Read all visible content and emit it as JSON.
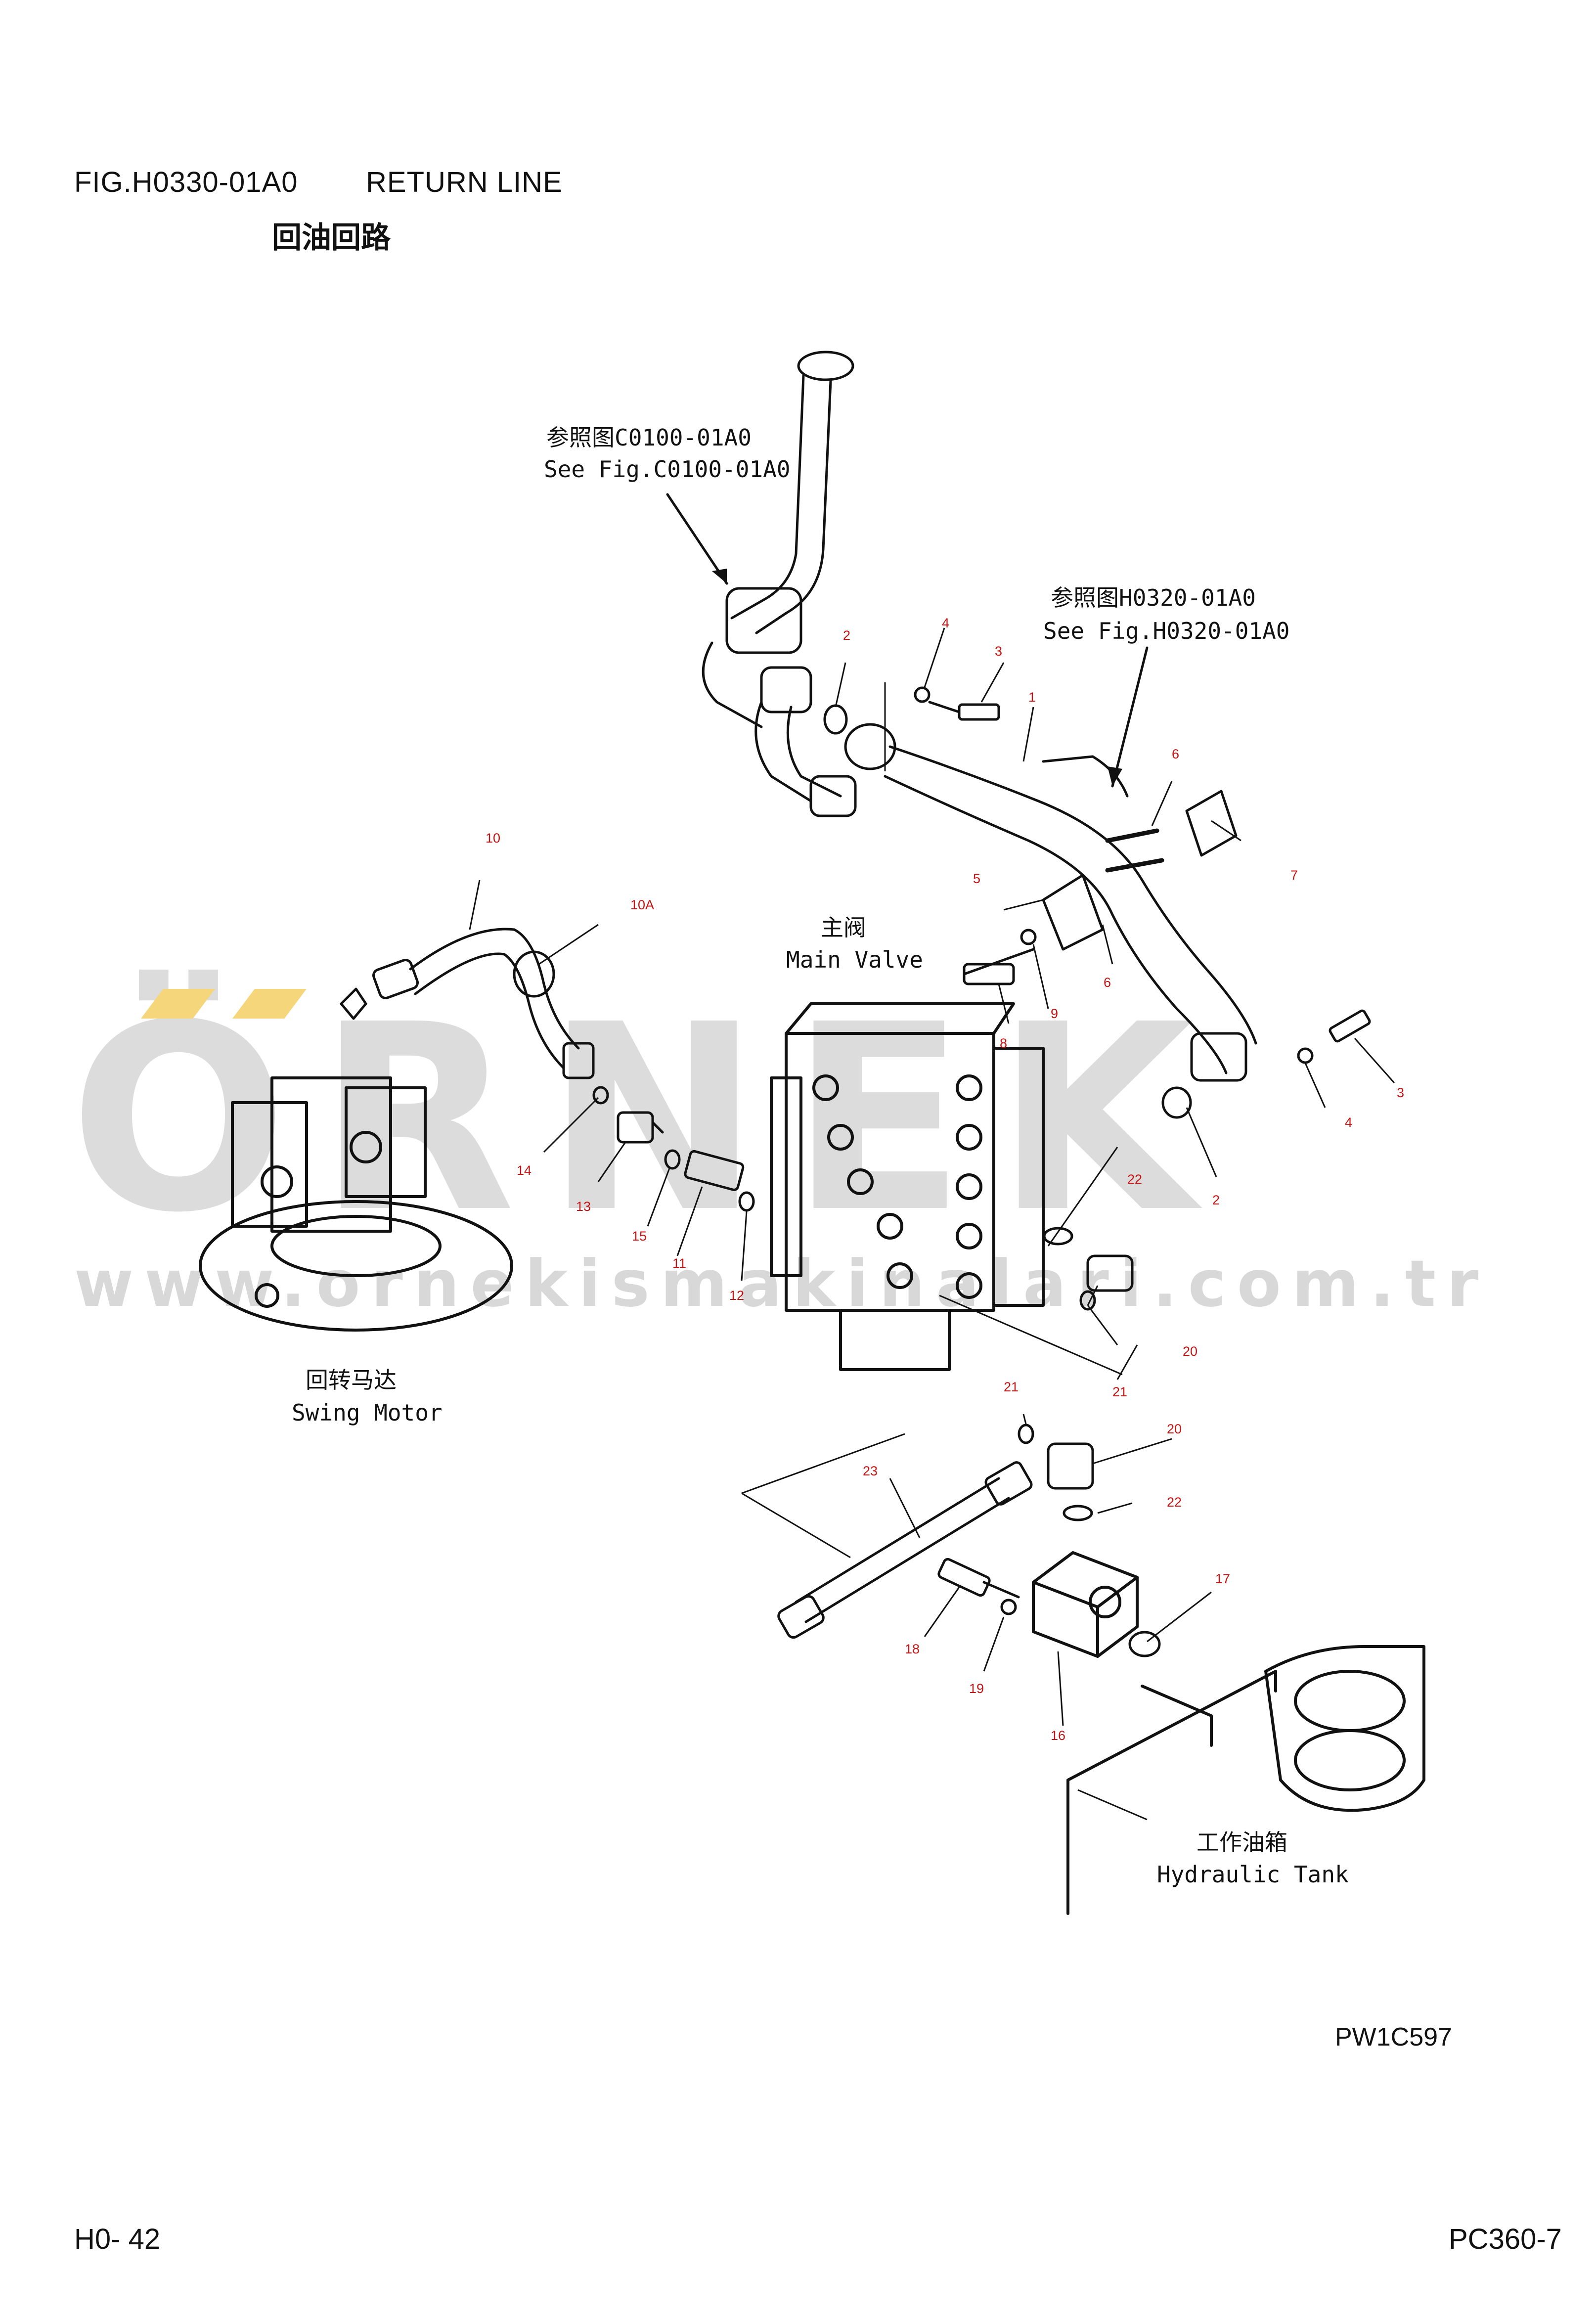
{
  "header": {
    "fig_code": "FIG.H0330-01A0",
    "title_en": "RETURN LINE",
    "title_cn": "回油回路"
  },
  "references": {
    "c0100": {
      "cn": "参照图C0100-01A0",
      "en": "See Fig.C0100-01A0"
    },
    "h0320": {
      "cn": "参照图H0320-01A0",
      "en": "See Fig.H0320-01A0"
    }
  },
  "components": {
    "main_valve": {
      "cn": "主阀",
      "en": "Main Valve"
    },
    "swing_motor": {
      "cn": "回转马达",
      "en": "Swing Motor"
    },
    "hydraulic_tank": {
      "cn": "工作油箱",
      "en": "Hydraulic Tank"
    }
  },
  "part_numbers": [
    "1",
    "2",
    "2",
    "3",
    "3",
    "4",
    "4",
    "5",
    "6",
    "6",
    "7",
    "8",
    "9",
    "10",
    "10A",
    "11",
    "12",
    "13",
    "14",
    "15",
    "16",
    "17",
    "18",
    "19",
    "20",
    "20",
    "21",
    "21",
    "22",
    "22",
    "23"
  ],
  "watermark": {
    "word": "ÖRNEK",
    "url": "www.ornekismakinalari.com.tr"
  },
  "drawing_code": "PW1C597",
  "footer": {
    "page": "H0- 42",
    "model": "PC360-7"
  },
  "colors": {
    "callout": "#c41414",
    "watermark": "#dcdcdc",
    "accent": "#f5c542",
    "line": "#111111"
  }
}
